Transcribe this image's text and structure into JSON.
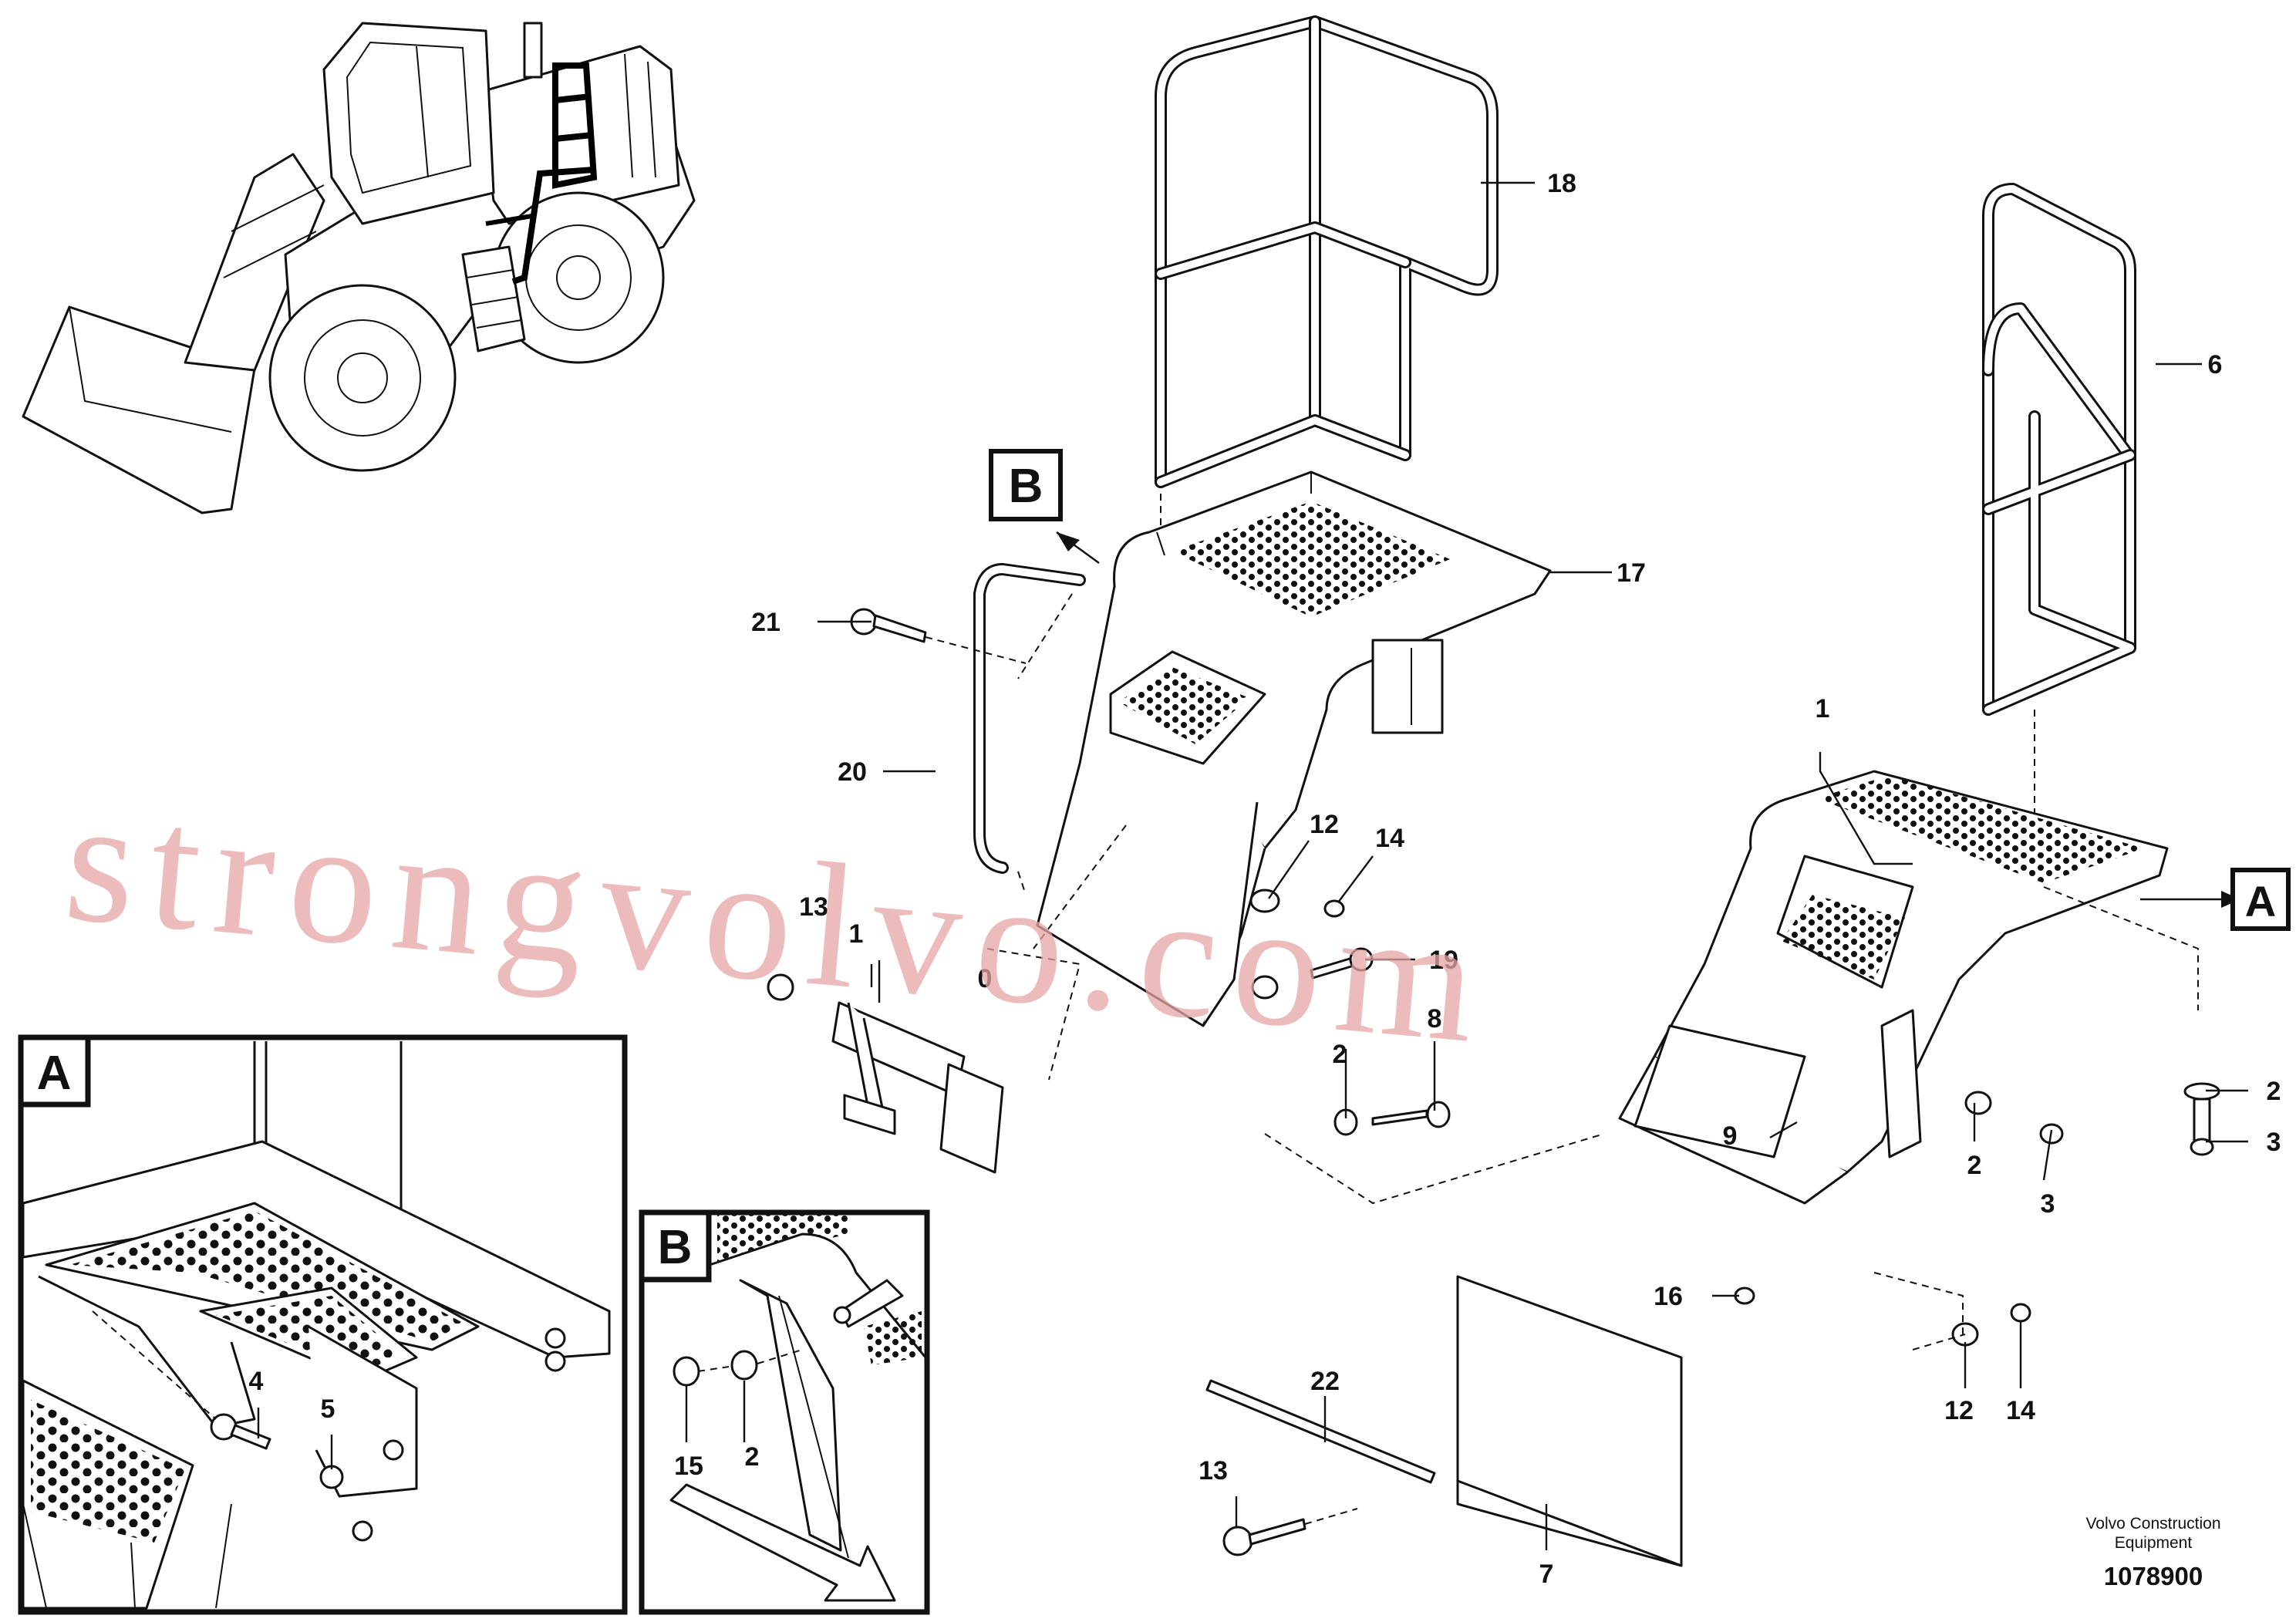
{
  "callouts": [
    {
      "id": "18",
      "text": "18"
    },
    {
      "id": "6",
      "text": "6"
    },
    {
      "id": "17",
      "text": "17"
    },
    {
      "id": "21",
      "text": "21"
    },
    {
      "id": "20",
      "text": "20"
    },
    {
      "id": "1a",
      "text": "1"
    },
    {
      "id": "12a",
      "text": "12"
    },
    {
      "id": "14a",
      "text": "14"
    },
    {
      "id": "13a",
      "text": "13"
    },
    {
      "id": "1b",
      "text": "1"
    },
    {
      "id": "0",
      "text": "0"
    },
    {
      "id": "19",
      "text": "19"
    },
    {
      "id": "2a",
      "text": "2"
    },
    {
      "id": "8",
      "text": "8"
    },
    {
      "id": "9",
      "text": "9"
    },
    {
      "id": "2b",
      "text": "2"
    },
    {
      "id": "3a",
      "text": "3"
    },
    {
      "id": "2c",
      "text": "2"
    },
    {
      "id": "3b",
      "text": "3"
    },
    {
      "id": "16",
      "text": "16"
    },
    {
      "id": "22",
      "text": "22"
    },
    {
      "id": "12b",
      "text": "12"
    },
    {
      "id": "14b",
      "text": "14"
    },
    {
      "id": "13b",
      "text": "13"
    },
    {
      "id": "7",
      "text": "7"
    },
    {
      "id": "4",
      "text": "4"
    },
    {
      "id": "5",
      "text": "5"
    },
    {
      "id": "15",
      "text": "15"
    },
    {
      "id": "2d",
      "text": "2"
    }
  ],
  "view_labels": {
    "a_main": "A",
    "b_main": "B",
    "a_inset": "A",
    "b_inset": "B"
  },
  "brand": {
    "line1": "Volvo Construction",
    "line2": "Equipment"
  },
  "doc_number": "1078900",
  "watermark": "strongvolvo.com"
}
